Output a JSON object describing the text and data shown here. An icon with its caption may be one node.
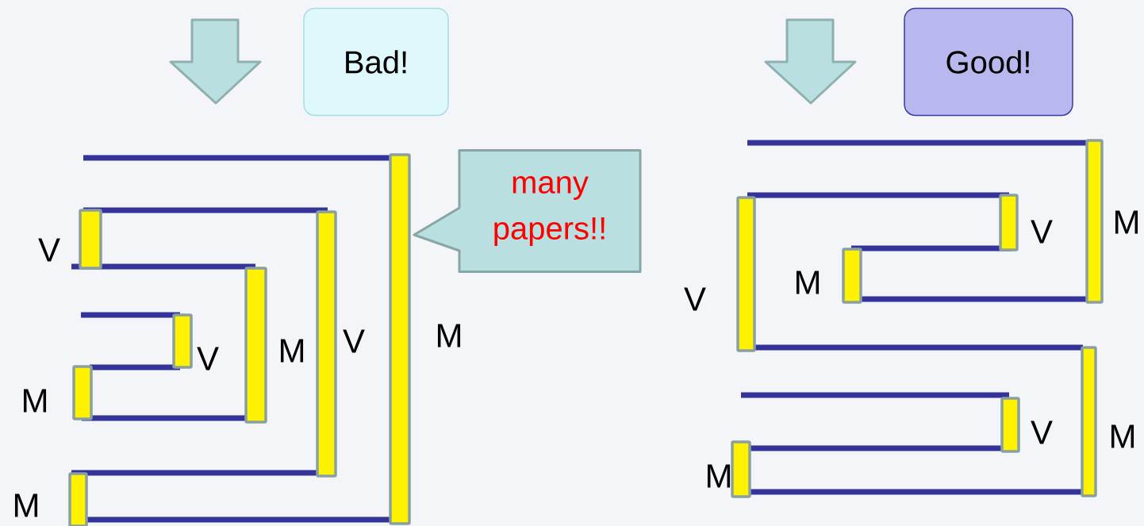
{
  "diagram": {
    "nodes": [
      {
        "text": [
          "Bad!"
        ]
      },
      {
        "text": [
          "Good!"
        ]
      },
      {
        "text": [
          "many papers!!"
        ]
      }
    ],
    "labels": [
      "V",
      "M",
      "V",
      "M",
      "V",
      "M",
      "M",
      "M",
      "V",
      "M",
      "V",
      "V",
      "M",
      "M"
    ]
  }
}
